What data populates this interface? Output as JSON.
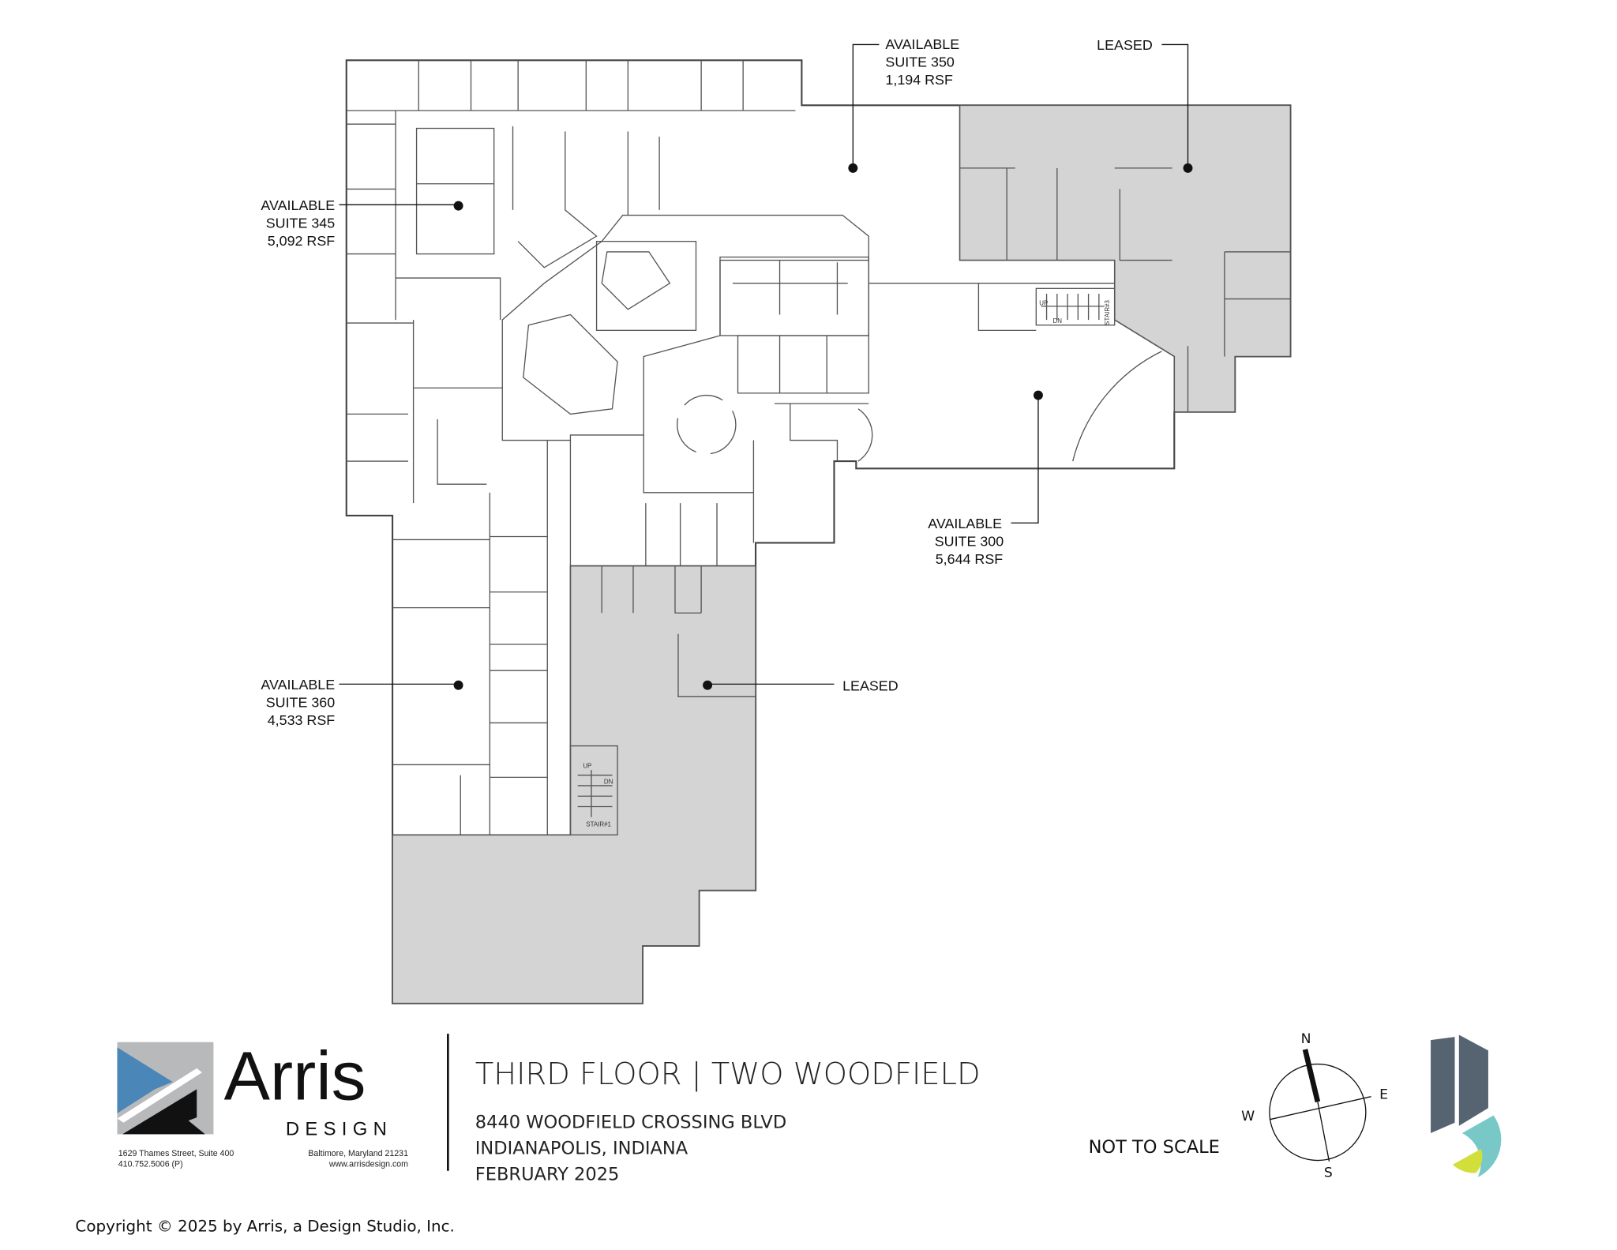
{
  "floorplan": {
    "suites": [
      {
        "status": "AVAILABLE",
        "name": "SUITE 350",
        "area": "1,194 RSF"
      },
      {
        "status": "LEASED"
      },
      {
        "status": "AVAILABLE",
        "name": "SUITE 345",
        "area": "5,092 RSF"
      },
      {
        "status": "AVAILABLE",
        "name": "SUITE 300",
        "area": "5,644 RSF"
      },
      {
        "status": "AVAILABLE",
        "name": "SUITE 360",
        "area": "4,533 RSF"
      },
      {
        "status": "LEASED"
      }
    ],
    "stairs": [
      {
        "name": "STAIR#1",
        "up": "UP",
        "down": "DN"
      },
      {
        "name": "STAIR#3",
        "up": "UP",
        "down": "DN"
      }
    ],
    "colors": {
      "leased": "#d4d4d4",
      "available": "#ffffff"
    }
  },
  "title_block": {
    "title": "THIRD FLOOR | TWO WOODFIELD",
    "address": "8440 WOODFIELD CROSSING BLVD",
    "city": "INDIANAPOLIS, INDIANA",
    "date": "FEBRUARY 2025"
  },
  "arris_logo": {
    "name": "Arris",
    "sub": "DESIGN",
    "street": "1629 Thames Street, Suite 400",
    "phone": "410.752.5006 (P)",
    "city": "Baltimore, Maryland  21231",
    "web": "www.arrisdesign.com",
    "colors": {
      "blue": "#4a86b8",
      "gray": "#b8b9bb",
      "black": "#111111"
    }
  },
  "scale_note": "NOT TO SCALE",
  "compass": {
    "n": "N",
    "e": "E",
    "s": "S",
    "w": "W"
  },
  "brand_logo": {
    "colors": {
      "slate": "#566472",
      "teal": "#78c8c8",
      "lime": "#d2de3a"
    }
  },
  "copyright": "Copyright © 2025 by Arris, a Design Studio, Inc."
}
